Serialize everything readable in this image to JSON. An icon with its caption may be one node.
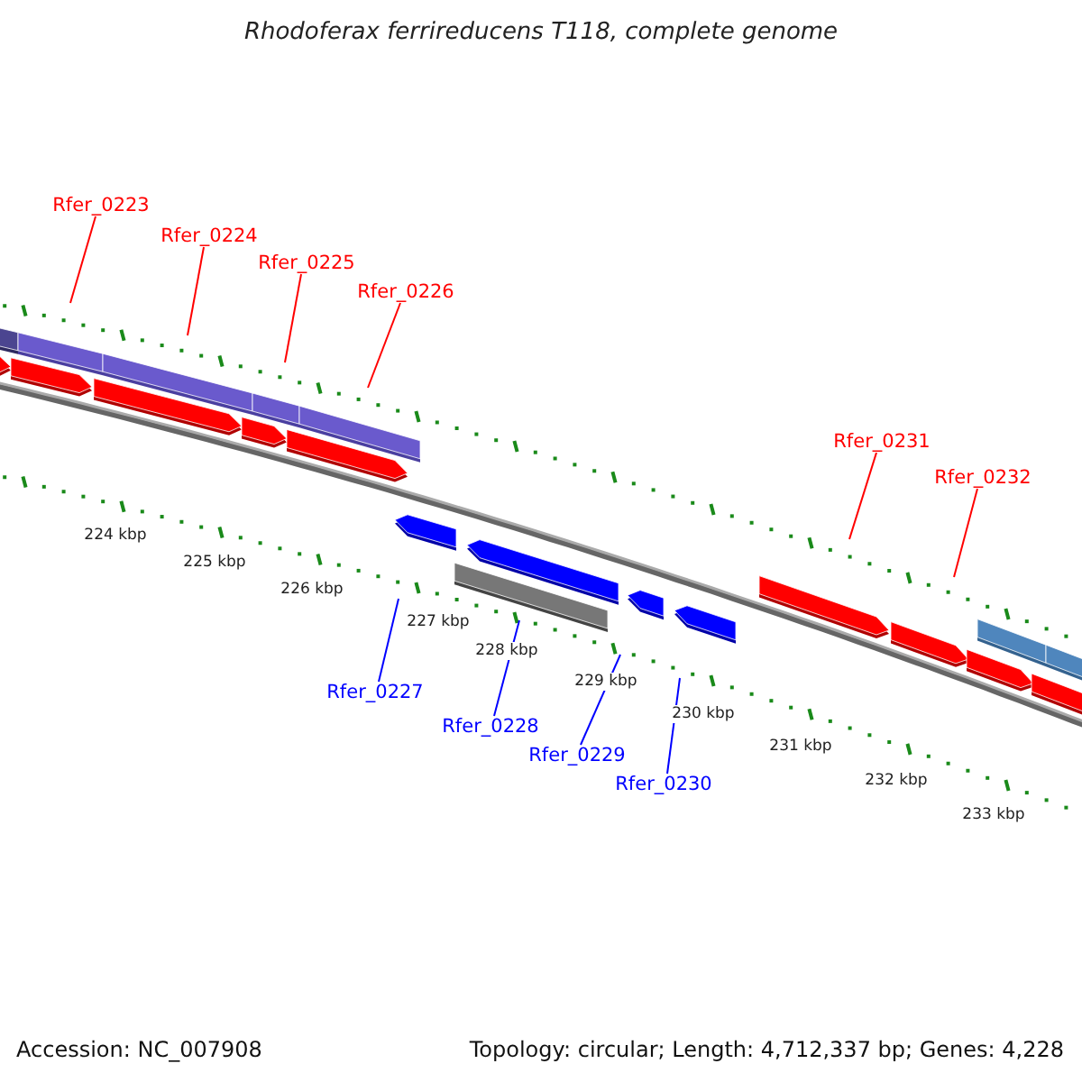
{
  "diagram": {
    "title": "Rhodoferax ferrireducens T118, complete genome",
    "nodes": [
      {
        "text": [
          "Rfer_0223"
        ]
      },
      {
        "text": [
          "Rfer_0224"
        ]
      },
      {
        "text": [
          "Rfer_0225"
        ]
      },
      {
        "text": [
          "Rfer_0226"
        ]
      },
      {
        "text": [
          "Rfer_0227"
        ]
      },
      {
        "text": [
          "Rfer_0228"
        ]
      },
      {
        "text": [
          "Rfer_0229"
        ]
      },
      {
        "text": [
          "Rfer_0230"
        ]
      },
      {
        "text": [
          "Rfer_0231"
        ]
      },
      {
        "text": [
          "Rfer_0232"
        ]
      }
    ],
    "edges": [
      {
        "from": 0,
        "to": null,
        "arrow": "none"
      },
      {
        "from": 1,
        "to": null,
        "arrow": "none"
      },
      {
        "from": 2,
        "to": null,
        "arrow": "none"
      },
      {
        "from": 3,
        "to": null,
        "arrow": "none"
      },
      {
        "from": 4,
        "to": null,
        "arrow": "none",
        "color": "#0000ff"
      },
      {
        "from": 5,
        "to": null,
        "arrow": "none",
        "color": "#0000ff"
      },
      {
        "from": 6,
        "to": null,
        "arrow": "none",
        "color": "#0000ff"
      },
      {
        "from": 7,
        "to": null,
        "arrow": "none",
        "color": "#0000ff"
      },
      {
        "from": 8,
        "to": null,
        "arrow": "none"
      },
      {
        "from": 9,
        "to": null,
        "arrow": "none"
      }
    ],
    "labels": [
      "224 kbp",
      "225 kbp",
      "226 kbp",
      "227 kbp",
      "228 kbp",
      "229 kbp",
      "230 kbp",
      "231 kbp",
      "232 kbp",
      "233 kbp",
      "Accession: NC_007908",
      "Topology: circular; Length: 4,712,337 bp; Genes: 4,228"
    ]
  }
}
